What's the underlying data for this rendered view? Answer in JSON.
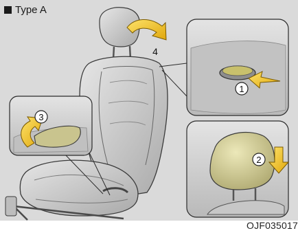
{
  "heading": {
    "bullet": "■",
    "text": "Type A"
  },
  "steps": [
    "1",
    "2",
    "3",
    "4"
  ],
  "figure_code": "OJF035017",
  "colors": {
    "background": "#dadada",
    "seat_fill": "#cfcfcf",
    "outline": "#3a3a3a",
    "arrow_yellow": "#f2c318",
    "headrest_olive": "#c9c48e",
    "inset_bg": "#d4d4d4"
  }
}
